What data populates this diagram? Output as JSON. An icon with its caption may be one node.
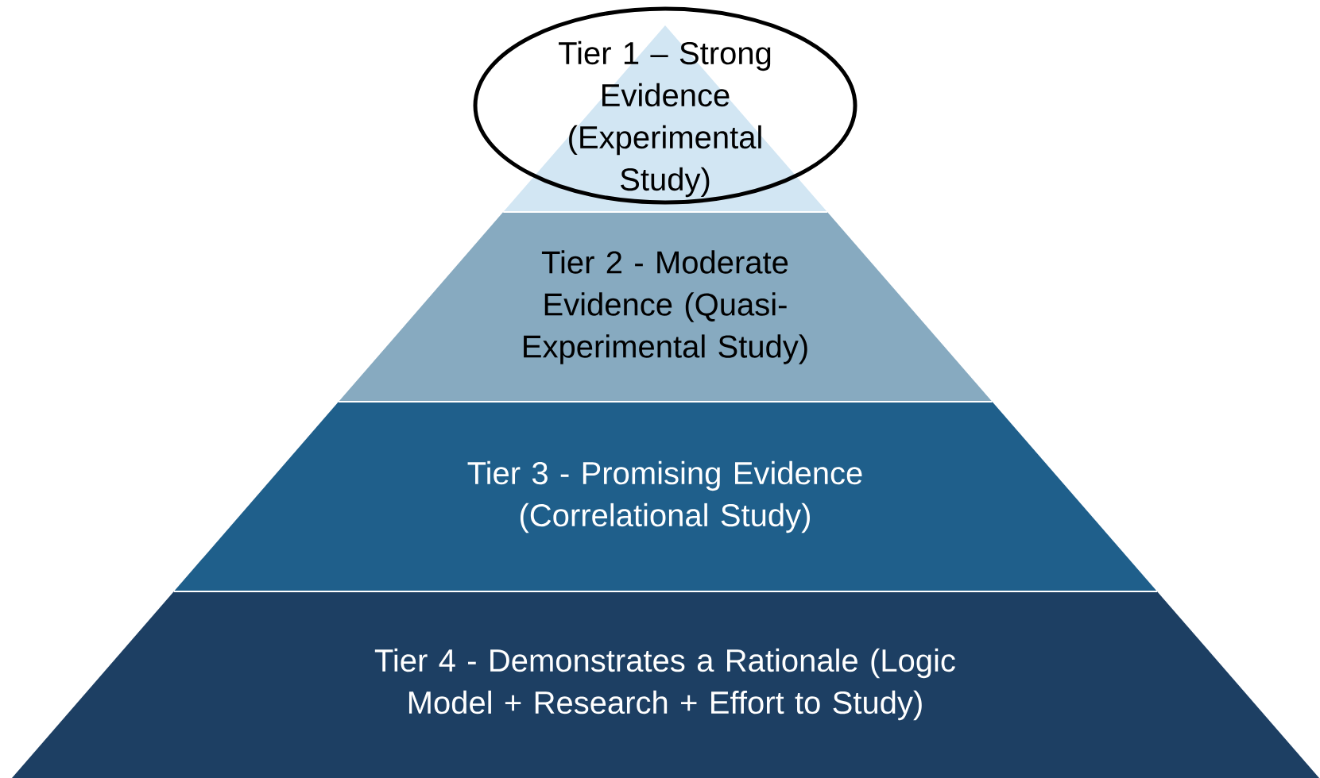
{
  "diagram": {
    "nodes": [
      {
        "text": [
          "Tier 1 – Strong Evidence (Experimental Study)"
        ]
      },
      {
        "text": [
          "Tier 2 - Moderate Evidence (Quasi-Experimental Study)"
        ]
      },
      {
        "text": [
          "Tier 3 - Promising Evidence (Correlational Study)"
        ]
      },
      {
        "text": [
          "Tier 4 - Demonstrates a Rationale (Logic Model + Research + Effort to Study)"
        ]
      }
    ]
  }
}
